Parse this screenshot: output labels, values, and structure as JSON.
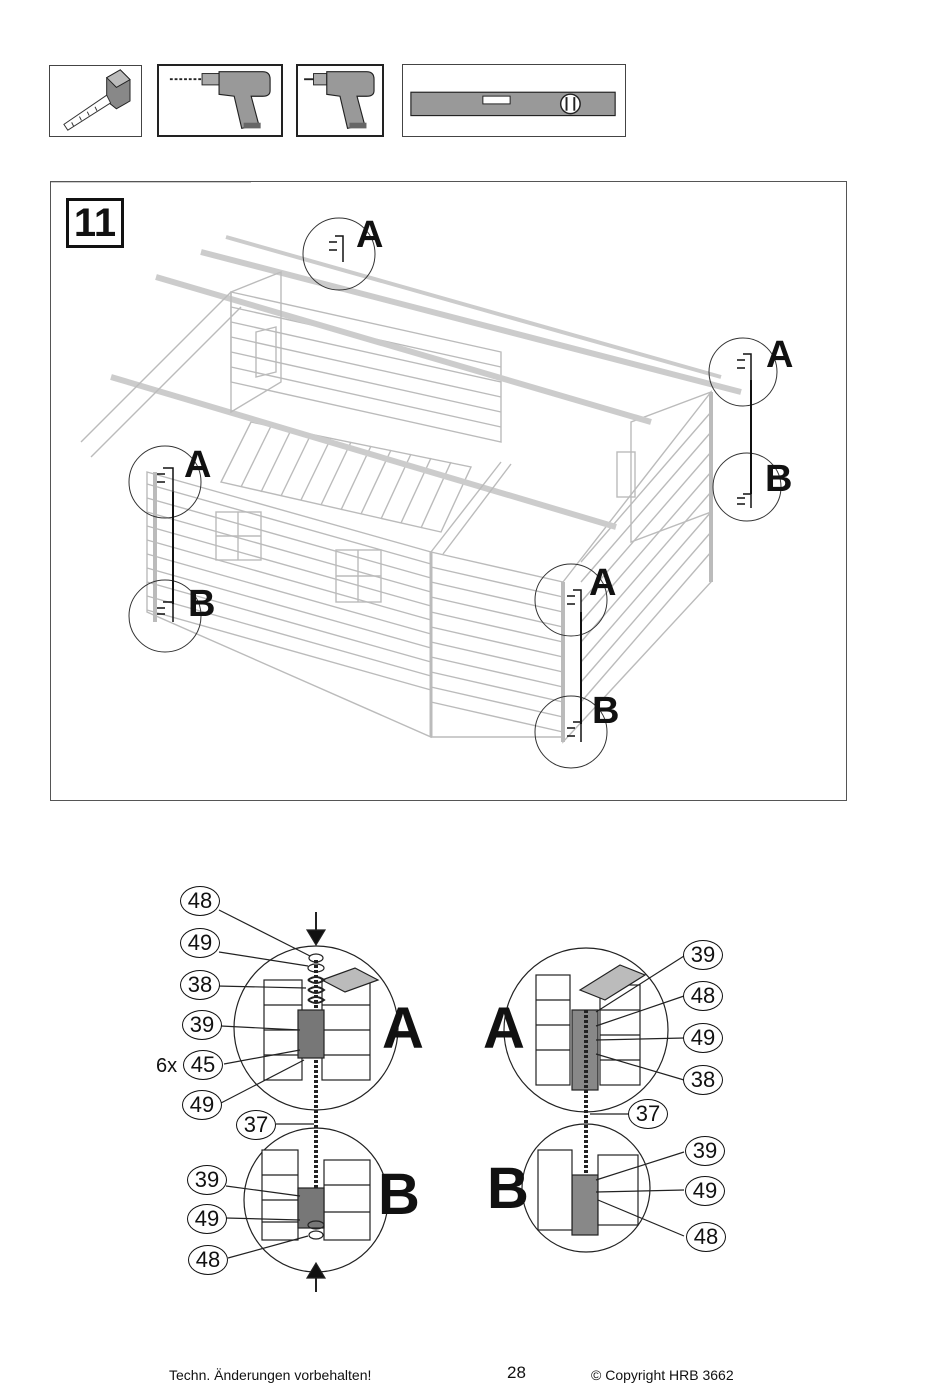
{
  "tools": [
    {
      "name": "measuring-tape-icon"
    },
    {
      "name": "drill-with-bit-icon"
    },
    {
      "name": "drill-icon"
    },
    {
      "name": "spirit-level-icon"
    }
  ],
  "step": {
    "number": "11",
    "callout_labels": {
      "a1": "A",
      "a2": "A",
      "b2": "B",
      "a3": "A",
      "b3": "B",
      "a4": "A",
      "b4": "B"
    }
  },
  "detail_left": {
    "letter_top": "A",
    "letter_bottom": "B",
    "parts": [
      "48",
      "49",
      "38",
      "39",
      "45",
      "49",
      "37",
      "39",
      "49",
      "48"
    ],
    "quantity_prefix": "6x"
  },
  "detail_right": {
    "letter_top": "A",
    "letter_bottom": "B",
    "parts": [
      "39",
      "48",
      "49",
      "38",
      "37",
      "39",
      "49",
      "48"
    ]
  },
  "footer": {
    "left": "Techn. Änderungen vorbehalten!",
    "page": "28",
    "right": "© Copyright HRB 3662"
  }
}
